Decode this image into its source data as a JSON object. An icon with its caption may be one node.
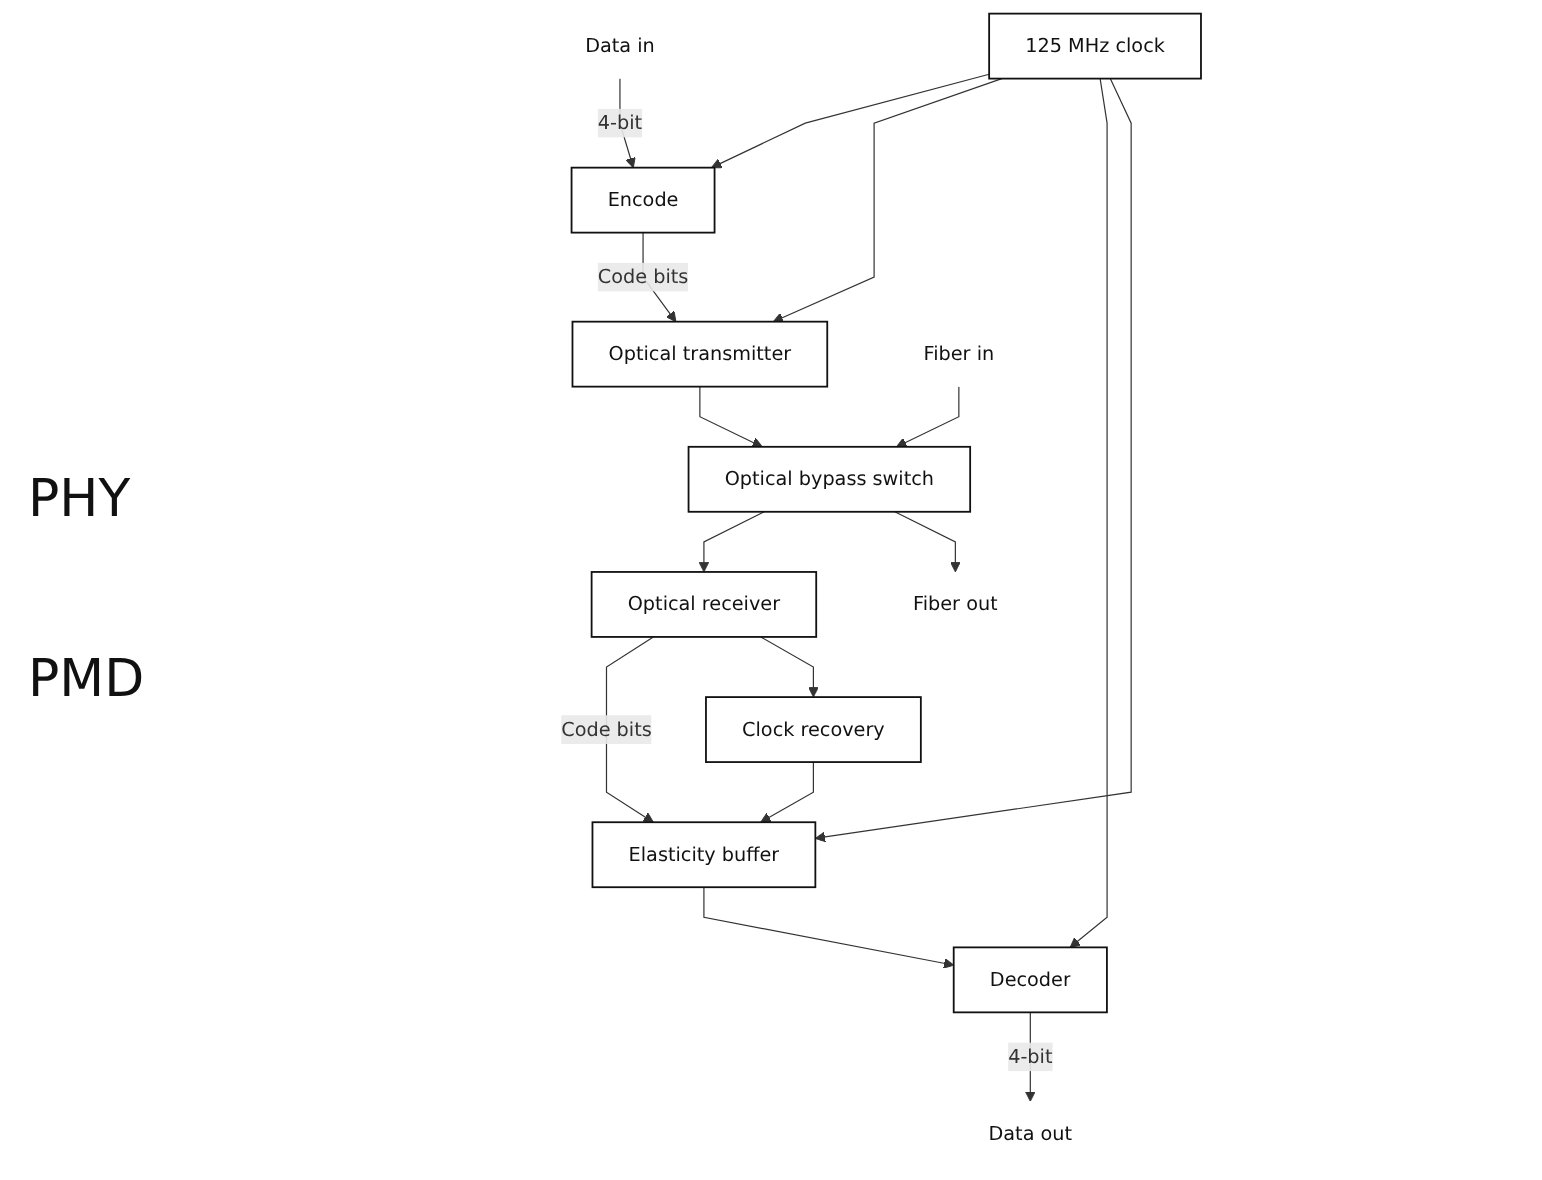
{
  "diagram": {
    "nodes": [
      {
        "text": [
          "Data in"
        ]
      },
      {
        "text": [
          "Encode"
        ]
      },
      {
        "text": [
          "125 MHz clock"
        ]
      },
      {
        "text": [
          "Decoder"
        ]
      },
      {
        "text": [
          "Data out"
        ]
      },
      {
        "text": [
          "Elasticity buffer"
        ]
      },
      {
        "text": [
          "Clock recovery"
        ]
      },
      {
        "text": [
          "Optical transmitter"
        ]
      },
      {
        "text": [
          "Optical receiver"
        ]
      },
      {
        "text": [
          "Optical bypass switch"
        ]
      },
      {
        "text": [
          "Fiber out"
        ]
      },
      {
        "text": [
          "Fiber in"
        ]
      }
    ],
    "edges": [
      {
        "from": 0,
        "to": 1,
        "arrow": "to",
        "label": "4-bit"
      },
      {
        "from": 2,
        "to": 1,
        "arrow": "to"
      },
      {
        "from": 2,
        "to": 7,
        "arrow": "to"
      },
      {
        "from": 2,
        "to": 3,
        "arrow": "to"
      },
      {
        "from": 2,
        "to": 5,
        "arrow": "to"
      },
      {
        "from": 1,
        "to": 7,
        "arrow": "to",
        "label": "Code bits"
      },
      {
        "from": 6,
        "to": 5,
        "arrow": "to"
      },
      {
        "from": 8,
        "to": 5,
        "arrow": "to",
        "label": "Code bits"
      },
      {
        "from": 8,
        "to": 6,
        "arrow": "to"
      },
      {
        "from": 5,
        "to": 3,
        "arrow": "to"
      },
      {
        "from": 3,
        "to": 4,
        "arrow": "to",
        "label": "4-bit"
      },
      {
        "from": 7,
        "to": 9,
        "arrow": "to"
      },
      {
        "from": 9,
        "to": 8,
        "arrow": "to"
      },
      {
        "from": 9,
        "to": 10,
        "arrow": "to"
      },
      {
        "from": 11,
        "to": 9,
        "arrow": "to"
      }
    ],
    "labels": [
      "PHY",
      "PMD"
    ]
  }
}
